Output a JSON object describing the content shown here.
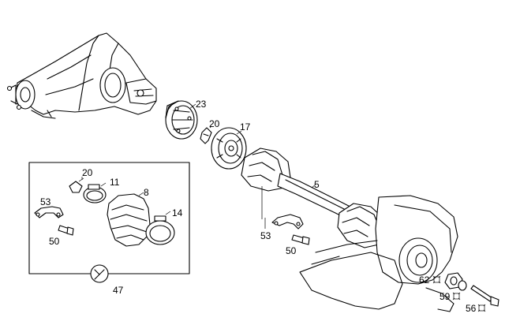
{
  "callouts": {
    "c23": "23",
    "c20a": "20",
    "c17": "17",
    "c5": "5",
    "c20b": "20",
    "c11": "11",
    "c8": "8",
    "c14": "14",
    "c53a": "53",
    "c50a": "50",
    "c53b": "53",
    "c50b": "50",
    "c47": "47",
    "c62": "62",
    "c59": "59",
    "c56": "56"
  },
  "ink_color": "#000000",
  "background_color": "#ffffff"
}
